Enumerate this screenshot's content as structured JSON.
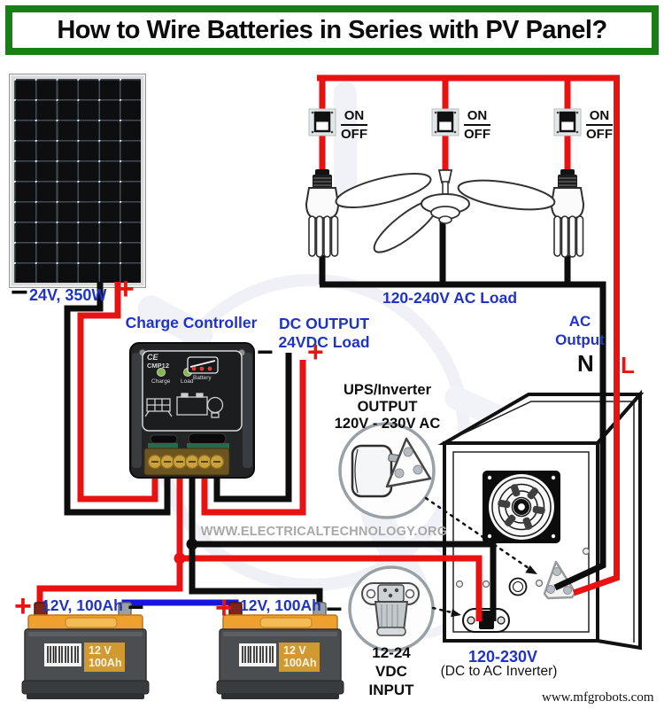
{
  "title": "How to Wire Batteries in Series with PV Panel?",
  "pv_panel": {
    "minus": "−",
    "rating": "24V, 350W",
    "plus": "+"
  },
  "charge_controller": {
    "title": "Charge Controller",
    "ce_mark": "CE",
    "model": "CMP12",
    "led1": "Charge",
    "led2": "Load",
    "led3": "Battery"
  },
  "dc_output": {
    "line1": "DC OUTPUT",
    "line2": "24VDC Load",
    "minus": "−",
    "plus": "+"
  },
  "switches": [
    {
      "on": "ON",
      "off": "OFF"
    },
    {
      "on": "ON",
      "off": "OFF"
    },
    {
      "on": "ON",
      "off": "OFF"
    }
  ],
  "ac_load": {
    "label": "120-240V AC Load"
  },
  "ac_output": {
    "line1": "AC",
    "line2": "Output",
    "neutral": "N",
    "live": "L"
  },
  "ups_output": {
    "line1": "UPS/Inverter",
    "line2": "OUTPUT",
    "line3": "120V - 230V AC"
  },
  "dc_input": {
    "line1": "12-24",
    "line2": "VDC",
    "line3": "INPUT"
  },
  "inverter": {
    "voltage": "120-230V",
    "caption": "(DC to AC Inverter)"
  },
  "batteries": [
    {
      "plus": "+",
      "rating": "12V, 100Ah",
      "minus": "−",
      "label_line1": "12 V",
      "label_line2": "100Ah"
    },
    {
      "plus": "+",
      "rating": "12V, 100Ah",
      "minus": "−",
      "label_line1": "12 V",
      "label_line2": "100Ah"
    }
  ],
  "watermark": "WWW.ELECTRICALTECHNOLOGY.ORG",
  "footer": "www.mfgrobots.com",
  "colors": {
    "wire_live": "#e91212",
    "wire_neutral": "#0d0d0d",
    "wire_series": "#1617d8",
    "label_blue": "#2033c8",
    "title_green": "#1a7e17",
    "battery_yellow": "#f0a02c"
  }
}
